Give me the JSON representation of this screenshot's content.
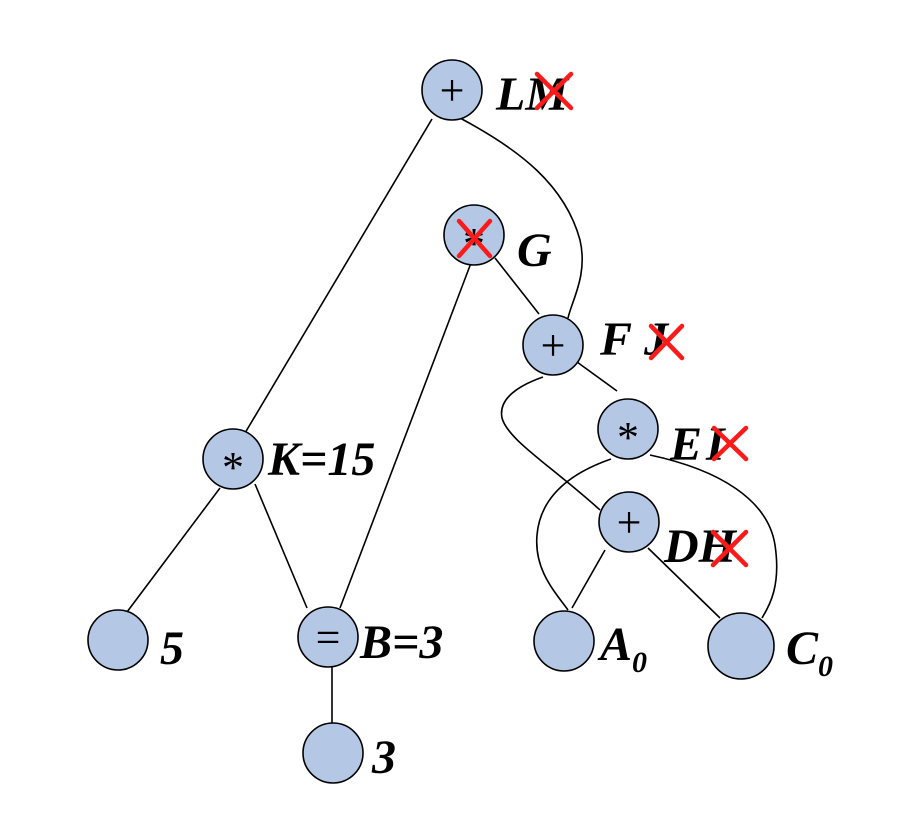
{
  "colors": {
    "node_fill": "#B4C8E6",
    "cross": "#FF1A1A"
  },
  "diagram": {
    "nodes": [
      {
        "id": "plus-top",
        "op": "+",
        "name_text": "L",
        "struck_text": "M"
      },
      {
        "id": "mul-g",
        "op": "*",
        "name_text": "G"
      },
      {
        "id": "plus-f",
        "op": "+",
        "name_text": "F",
        "struck_text": "J"
      },
      {
        "id": "mul-k",
        "op": "*",
        "name_text": "K=15"
      },
      {
        "id": "mul-e",
        "op": "*",
        "name_text": "E",
        "struck_text": "I"
      },
      {
        "id": "plus-d",
        "op": "+",
        "name_text": "D",
        "struck_text": "H"
      },
      {
        "id": "leaf-5",
        "op": "",
        "name_text": "5"
      },
      {
        "id": "assign-b",
        "op": "=",
        "name_text": "B=3"
      },
      {
        "id": "leaf-a0",
        "op": "",
        "name_text": "A",
        "sub_text": "0"
      },
      {
        "id": "leaf-c0",
        "op": "",
        "name_text": "C",
        "sub_text": "0"
      },
      {
        "id": "leaf-3",
        "op": "",
        "name_text": "3"
      }
    ]
  }
}
